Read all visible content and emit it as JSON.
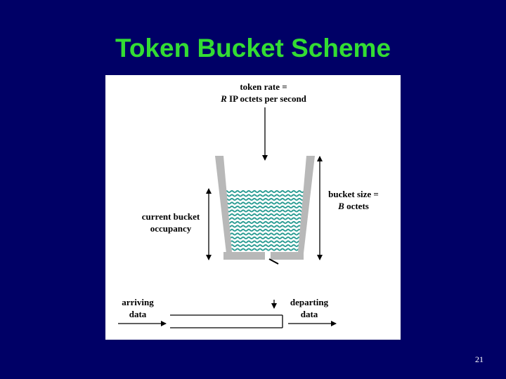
{
  "slide": {
    "title": "Token Bucket Scheme",
    "page_number": "21"
  },
  "diagram": {
    "token_rate_line1": "token rate =",
    "token_rate_var": "R",
    "token_rate_line2_rest": " IP octets per second",
    "bucket_size_line1": "bucket size =",
    "bucket_size_var": "B",
    "bucket_size_line2_rest": " octets",
    "occupancy_line1": "current bucket",
    "occupancy_line2": "occupancy",
    "arriving_line1": "arriving",
    "arriving_line2": "data",
    "departing_line1": "departing",
    "departing_line2": "data",
    "colors": {
      "water": "#2b9c93",
      "bucket_wall": "#b8b8b8",
      "title": "#33dd33",
      "background": "#000066"
    }
  }
}
